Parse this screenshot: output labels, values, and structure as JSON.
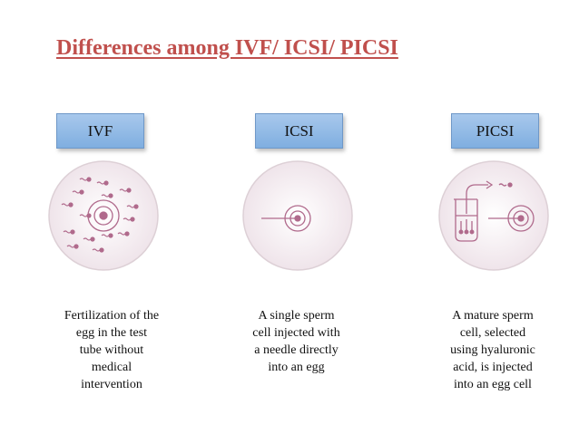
{
  "title": "Differences among IVF/ ICSI/ PICSI",
  "methods": [
    {
      "label": "IVF",
      "icon": "ivf-dish-icon",
      "caption": "Fertilization of the\negg in the test\ntube without\nmedical\nintervention"
    },
    {
      "label": "ICSI",
      "icon": "icsi-needle-icon",
      "caption": "A single sperm\ncell injected with\na needle directly\ninto an egg"
    },
    {
      "label": "PICSI",
      "icon": "picsi-selection-icon",
      "caption": "A mature sperm\ncell, selected\nusing  hyaluronic\nacid, is injected\ninto an egg cell"
    }
  ],
  "colors": {
    "title": "#c0504d",
    "label_box": "#8fb8e6",
    "icon_stroke": "#b06a8c",
    "circle_bg": "#f6eef2"
  }
}
